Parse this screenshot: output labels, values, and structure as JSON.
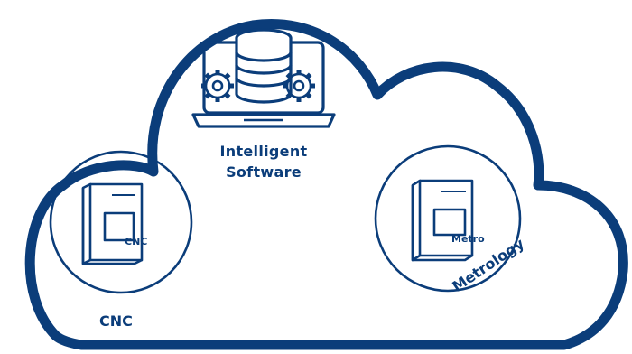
{
  "software": {
    "line1": "Intelligent",
    "line2": "Software"
  },
  "cnc": {
    "badge": "CNC",
    "caption": "CNC"
  },
  "metrology": {
    "badge": "Metro",
    "caption": "Metrology"
  },
  "icons": {
    "cloud": "cloud-outline-icon",
    "laptop": "laptop-icon",
    "database": "database-icon",
    "gears": "gear-icon",
    "cnc_machine": "cnc-machine-icon",
    "metro_machine": "metrology-machine-icon"
  },
  "colors": {
    "brand": "#0b3d7a"
  }
}
